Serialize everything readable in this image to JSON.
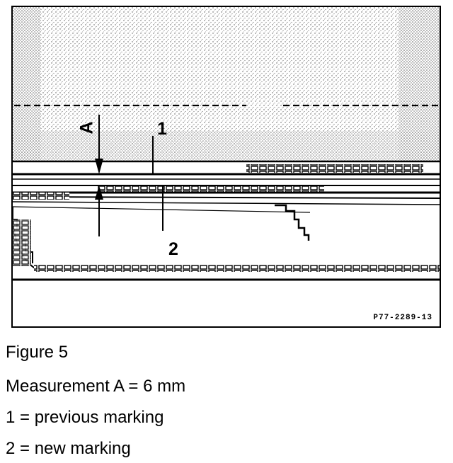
{
  "figure": {
    "label_a": "A",
    "label_1": "1",
    "label_2": "2",
    "reference_code": "P77-2289-13"
  },
  "caption": {
    "figure_title": "Figure 5",
    "measurement": "Measurement A  =  6 mm",
    "items": [
      {
        "text": "1  =  previous marking"
      },
      {
        "text": "2  =  new marking"
      }
    ]
  }
}
